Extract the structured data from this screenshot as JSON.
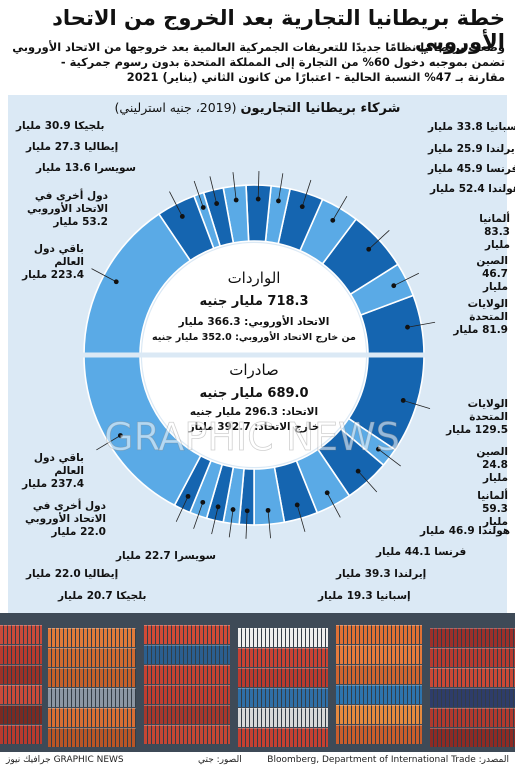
{
  "header": {
    "title": "خطة بريطانيا التجارية بعد الخروج من الاتحاد الأوروبي",
    "intro_lines": [
      "وضعت بريطانيا نظامًا جديدًا للتعريفات الجمركية العالمية بعد خروجها من الاتحاد الأوروبي",
      "تضمن بموجبه دخول 60% من التجارة إلى المملكة المتحدة بدون رسوم جمركية -",
      "مقارنة بـ 47% النسبة الحالية - اعتبارًا من كانون الثاني (يناير) 2021"
    ]
  },
  "chart_title": {
    "main": "شركاء بريطانيا التجاريون",
    "sub": "(2019، جنيه استرليني)"
  },
  "center": {
    "imports_title": "الواردات",
    "imports_total": "718.3 مليار جنيه",
    "imports_eu": "الاتحاد الأوروبي: 366.3 مليار",
    "imports_noneu": "من خارج الاتحاد الأوروبي: 352.0 مليار جنيه",
    "exports_title": "صادرات",
    "exports_total": "689.0 مليار جنيه",
    "exports_eu": "الاتحاد: 296.3 مليار جنيه",
    "exports_noneu": "خارج الاتحاد: 392.7 مليار"
  },
  "chart_data": [
    {
      "type": "pie",
      "title": "الواردات",
      "unit": "مليار جنيه",
      "total": 718.3,
      "slices": [
        {
          "label": "الولايات المتحدة",
          "value": 81.9,
          "color": "#1565b0"
        },
        {
          "label": "الصين",
          "value": 46.7,
          "color": "#5aaae6"
        },
        {
          "label": "ألمانيا",
          "value": 83.3,
          "color": "#1565b0"
        },
        {
          "label": "هولندا",
          "value": 52.4,
          "color": "#5aaae6"
        },
        {
          "label": "فرنسا",
          "value": 45.9,
          "color": "#1565b0"
        },
        {
          "label": "إيرلندا",
          "value": 25.9,
          "color": "#5aaae6"
        },
        {
          "label": "إسبانيا",
          "value": 33.8,
          "color": "#1565b0"
        },
        {
          "label": "بلجيكا",
          "value": 30.9,
          "color": "#5aaae6"
        },
        {
          "label": "إيطاليا",
          "value": 27.3,
          "color": "#1565b0"
        },
        {
          "label": "سويسرا",
          "value": 13.6,
          "color": "#5aaae6"
        },
        {
          "label": "دول أخرى في الاتحاد الأوروبي",
          "value": 53.2,
          "color": "#1565b0"
        },
        {
          "label": "باقي دول العالم",
          "value": 223.4,
          "color": "#5aaae6"
        }
      ]
    },
    {
      "type": "pie",
      "title": "صادرات",
      "unit": "مليار جنيه",
      "total": 689.0,
      "slices": [
        {
          "label": "الولايات المتحدة",
          "value": 129.5,
          "color": "#1565b0"
        },
        {
          "label": "الصين",
          "value": 24.8,
          "color": "#5aaae6"
        },
        {
          "label": "ألمانيا",
          "value": 59.3,
          "color": "#1565b0"
        },
        {
          "label": "هولندا",
          "value": 46.9,
          "color": "#5aaae6"
        },
        {
          "label": "فرنسا",
          "value": 44.1,
          "color": "#1565b0"
        },
        {
          "label": "إيرلندا",
          "value": 39.3,
          "color": "#5aaae6"
        },
        {
          "label": "إسبانيا",
          "value": 19.3,
          "color": "#1565b0"
        },
        {
          "label": "بلجيكا",
          "value": 20.7,
          "color": "#5aaae6"
        },
        {
          "label": "إيطاليا",
          "value": 22.0,
          "color": "#1565b0"
        },
        {
          "label": "سويسرا",
          "value": 22.7,
          "color": "#5aaae6"
        },
        {
          "label": "دول أخرى في الاتحاد الأوروبي",
          "value": 22.0,
          "color": "#1565b0"
        },
        {
          "label": "باقي دول العالم",
          "value": 237.4,
          "color": "#5aaae6"
        }
      ]
    }
  ],
  "labels": {
    "imports": [
      {
        "name": "إسبانيا",
        "value": "33.8 مليار"
      },
      {
        "name": "إيرلندا",
        "value": "25.9 مليار"
      },
      {
        "name": "فرنسا",
        "value": "45.9 مليار"
      },
      {
        "name": "هولندا",
        "value": "52.4 مليار"
      },
      {
        "name": "ألمانيا",
        "value": "83.3 مليار"
      },
      {
        "name": "الصين",
        "value": "46.7 مليار"
      },
      {
        "name": "الولايات المتحدة",
        "value": "81.9 مليار"
      },
      {
        "name": "بلجيكا",
        "value": "30.9 مليار"
      },
      {
        "name": "إيطاليا",
        "value": "27.3 مليار"
      },
      {
        "name": "سويسرا",
        "value": "13.6 مليار"
      },
      {
        "name": "دول أخرى في الاتحاد الأوروبي",
        "value": "53.2 مليار"
      },
      {
        "name": "باقي دول العالم",
        "value": "223.4 مليار"
      }
    ],
    "exports": [
      {
        "name": "الولايات المتحدة",
        "value": "129.5 مليار"
      },
      {
        "name": "الصين",
        "value": "24.8 مليار"
      },
      {
        "name": "ألمانيا",
        "value": "59.3 مليار"
      },
      {
        "name": "هولندا",
        "value": "46.9 مليار"
      },
      {
        "name": "فرنسا",
        "value": "44.1 مليار"
      },
      {
        "name": "إيرلندا",
        "value": "39.3 مليار"
      },
      {
        "name": "إسبانيا",
        "value": "19.3 مليار"
      },
      {
        "name": "بلجيكا",
        "value": "20.7 مليار"
      },
      {
        "name": "إيطاليا",
        "value": "22.0 مليار"
      },
      {
        "name": "سويسرا",
        "value": "22.7 مليار"
      },
      {
        "name": "دول أخرى في الاتحاد الأوروبي",
        "value": "22.0 مليار"
      },
      {
        "name": "باقي دول العالم",
        "value": "237.4 مليار"
      }
    ]
  },
  "watermark": "GRAPHIC NEWS",
  "footer": {
    "source": "المصدر: Bloomberg, Department of International Trade",
    "photo": "الصور: جتي",
    "credit": "جرافيك نيوز GRAPHIC NEWS"
  },
  "colors": {
    "dark": "#1565b0",
    "light": "#5aaae6",
    "panel": "#dbe9f5"
  }
}
